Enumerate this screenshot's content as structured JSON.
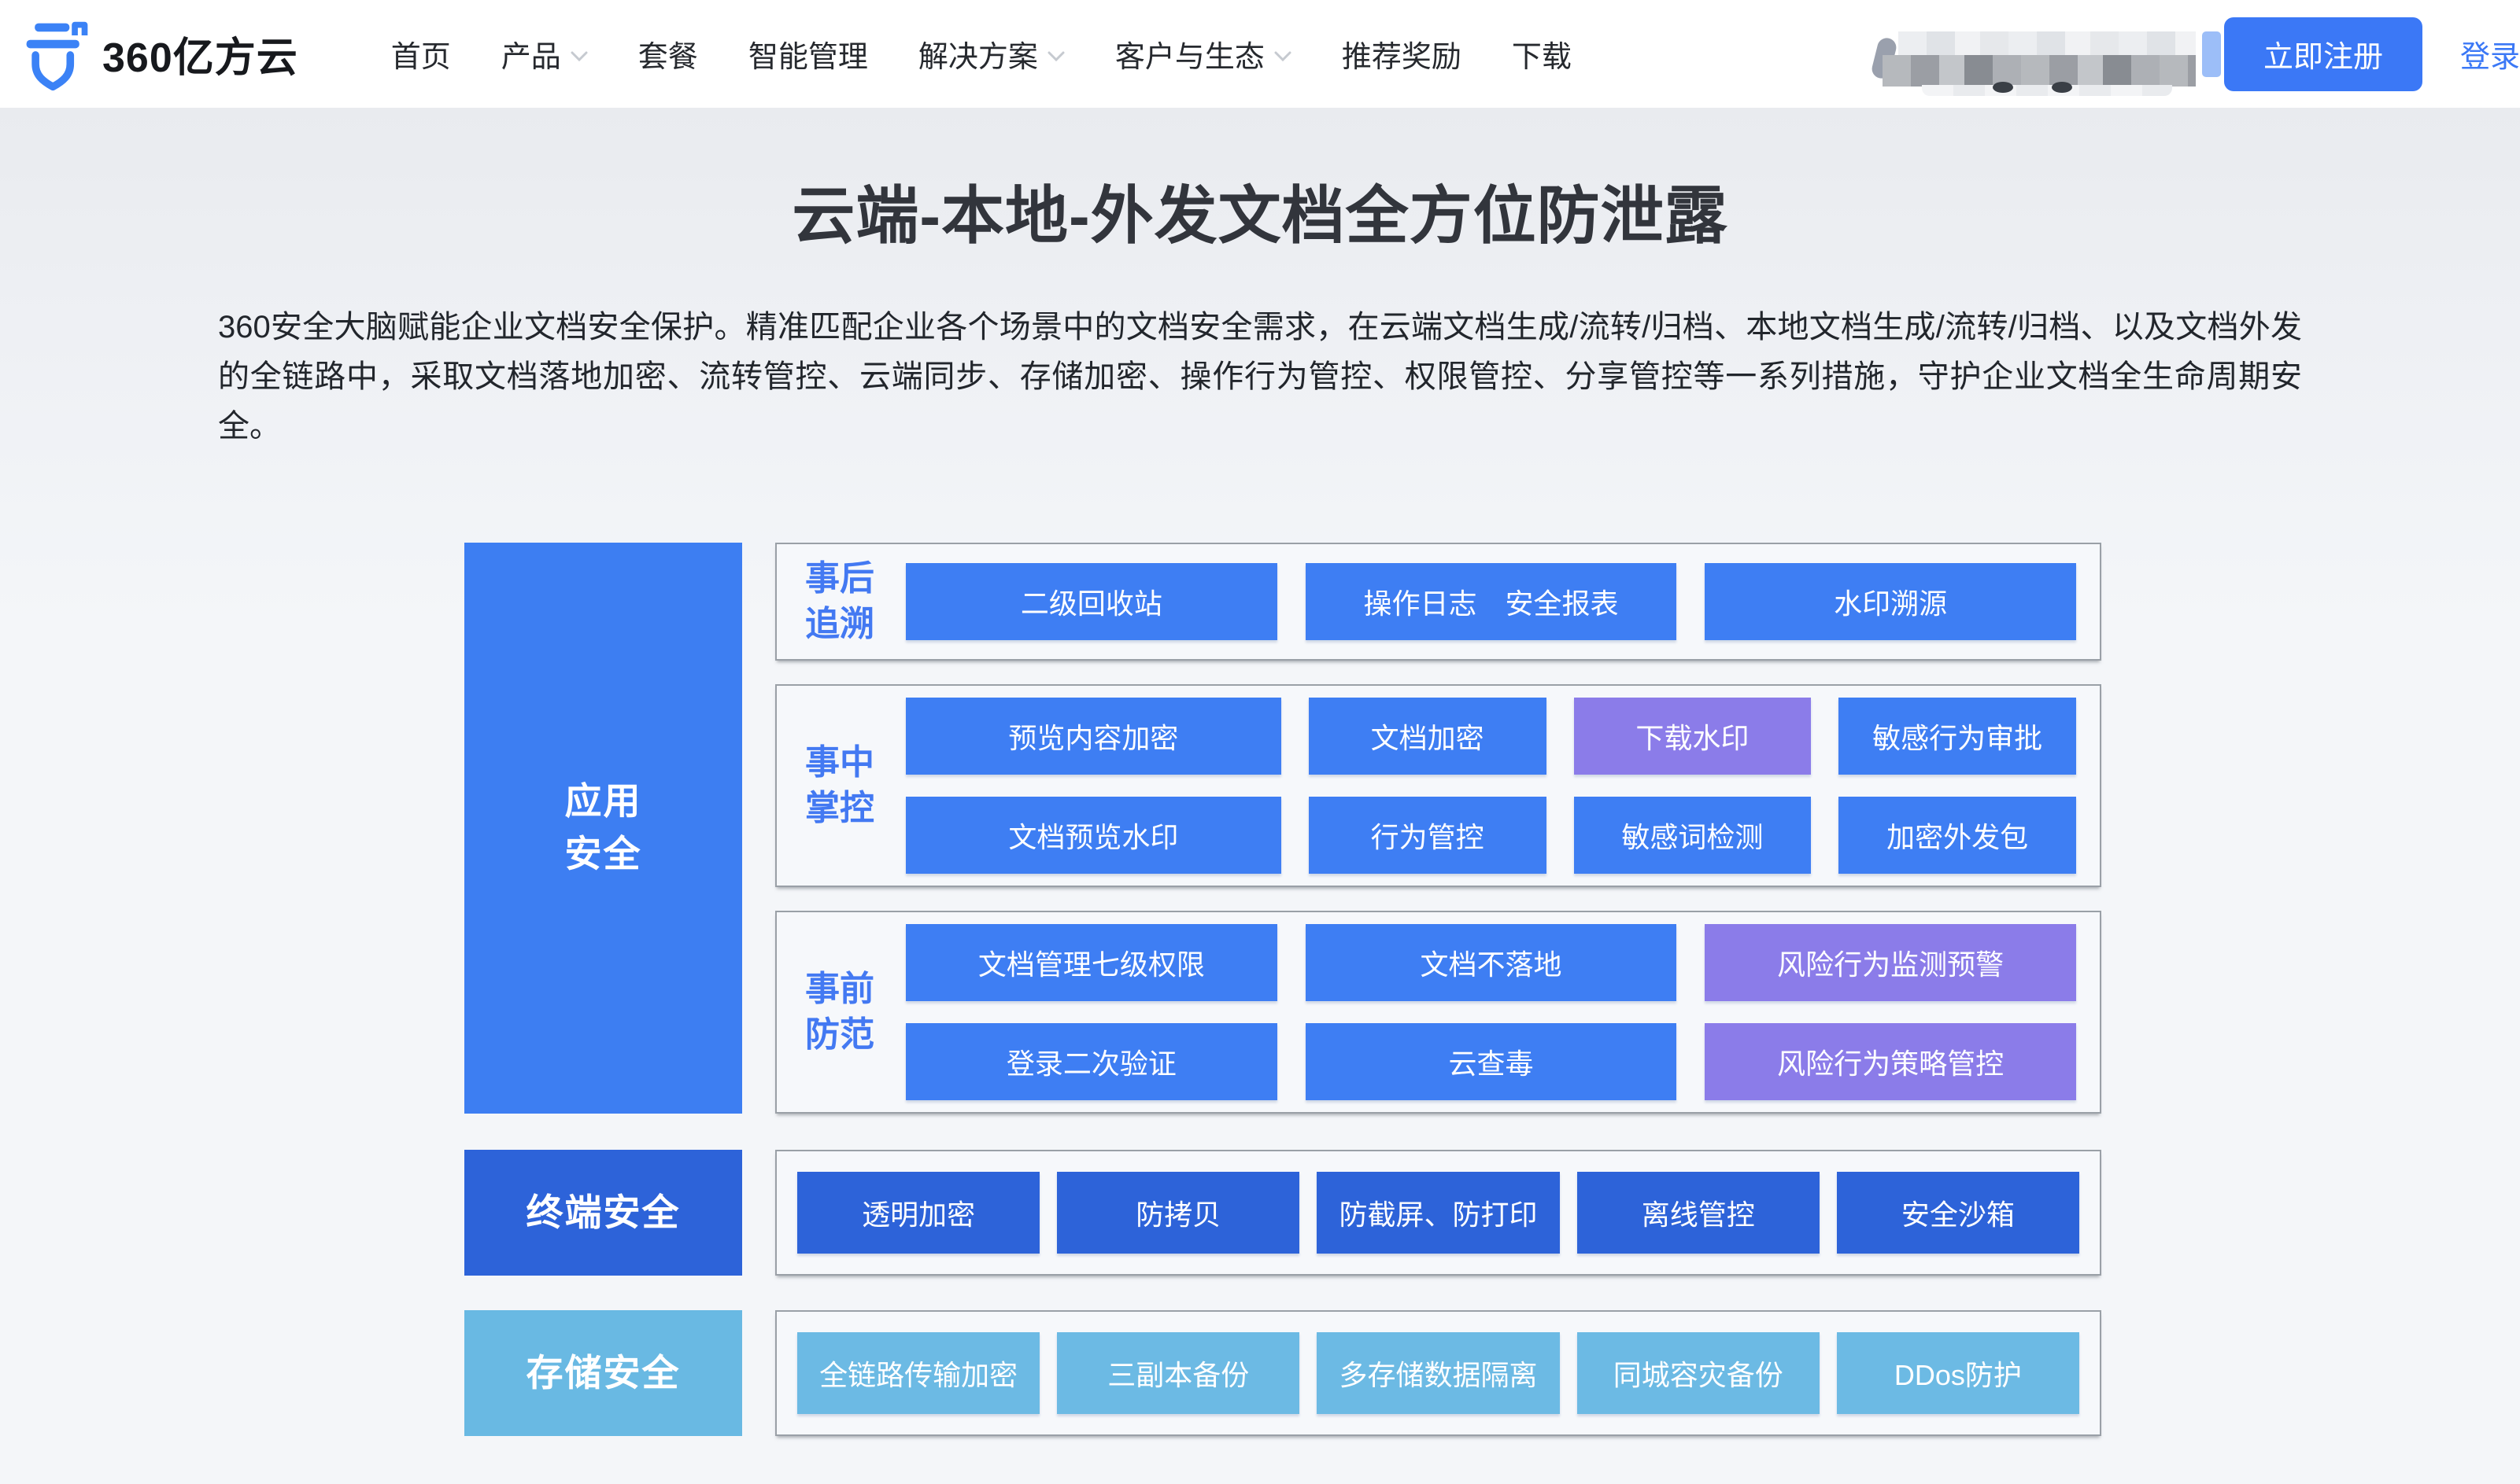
{
  "nav": {
    "logo_text": "360亿方云",
    "items": [
      {
        "label": "首页",
        "has_dropdown": false
      },
      {
        "label": "产品",
        "has_dropdown": true
      },
      {
        "label": "套餐",
        "has_dropdown": false
      },
      {
        "label": "智能管理",
        "has_dropdown": false
      },
      {
        "label": "解决方案",
        "has_dropdown": true
      },
      {
        "label": "客户与生态",
        "has_dropdown": true
      },
      {
        "label": "推荐奖励",
        "has_dropdown": false
      },
      {
        "label": "下载",
        "has_dropdown": false
      }
    ],
    "register_label": "立即注册",
    "login_label": "登录"
  },
  "hero": {
    "title": "云端-本地-外发文档全方位防泄露",
    "description": "360安全大脑赋能企业文档安全保护。精准匹配企业各个场景中的文档安全需求，在云端文档生成/流转/归档、本地文档生成/流转/归档、以及文档外发的全链路中，采取文档落地加密、流转管控、云端同步、存储加密、操作行为管控、权限管控、分享管控等一系列措施，守护企业文档全生命周期安全。"
  },
  "diagram": {
    "side_blocks": [
      {
        "label": "应用安全",
        "lines": [
          "应用",
          "安全"
        ],
        "color": "#3d7ef2"
      },
      {
        "label": "终端安全",
        "color": "#2d63d9"
      },
      {
        "label": "存储安全",
        "color": "#69b9e3"
      }
    ],
    "phase_rows": [
      {
        "label": "事后追溯",
        "label_lines": [
          "事后",
          "追溯"
        ],
        "rows": [
          [
            "二级回收站",
            "操作日志　安全报表",
            "水印溯源"
          ]
        ]
      },
      {
        "label": "事中掌控",
        "label_lines": [
          "事中",
          "掌控"
        ],
        "rows": [
          [
            "预览内容加密",
            "文档加密",
            "下载水印",
            "敏感行为审批"
          ],
          [
            "文档预览水印",
            "行为管控",
            "敏感词检测",
            "加密外发包"
          ]
        ]
      },
      {
        "label": "事前防范",
        "label_lines": [
          "事前",
          "防范"
        ],
        "rows": [
          [
            "文档管理七级权限",
            "文档不落地",
            "风险行为监测预警"
          ],
          [
            "登录二次验证",
            "云查毒",
            "风险行为策略管控"
          ]
        ]
      }
    ],
    "terminal_row": {
      "buttons": [
        "透明加密",
        "防拷贝",
        "防截屏、防打印",
        "离线管控",
        "安全沙箱"
      ]
    },
    "storage_row": {
      "buttons": [
        "全链路传输加密",
        "三副本备份",
        "多存储数据隔离",
        "同城容灾备份",
        "DDos防护"
      ]
    }
  },
  "colors": {
    "primary_blue": "#3e7ef3",
    "purple": "#8b7ce9",
    "dark_blue": "#2d63d9",
    "light_blue": "#6cbae4",
    "phase_label_blue": "#4379f2",
    "register_button_blue": "#3b78f6"
  }
}
